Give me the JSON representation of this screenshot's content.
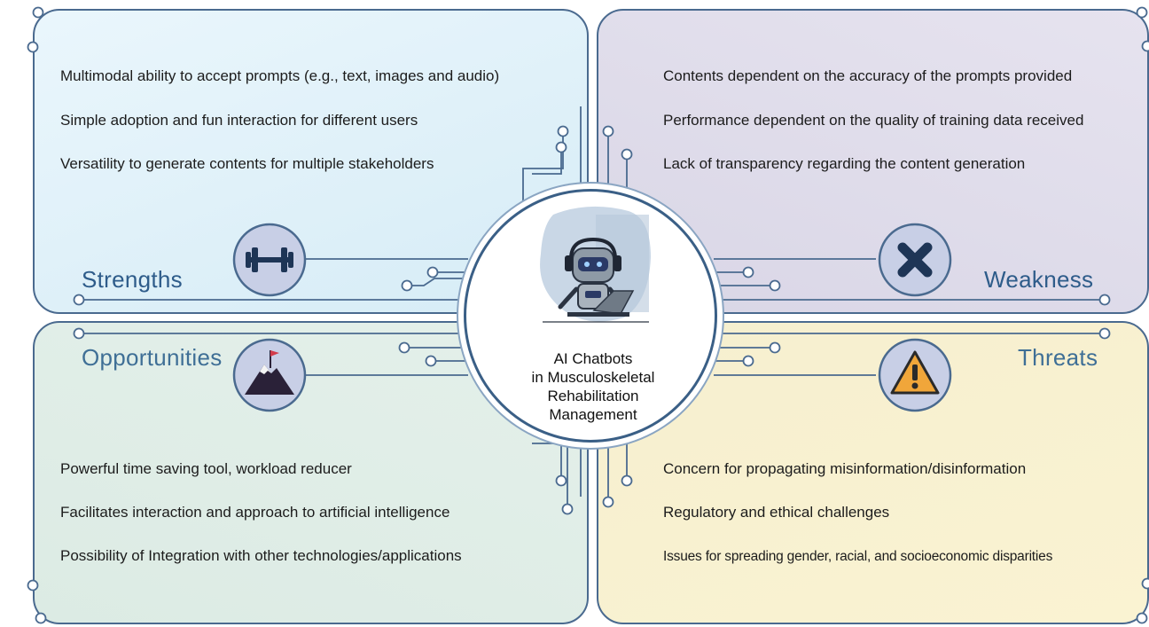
{
  "center": {
    "lines": [
      "AI Chatbots",
      "in Musculoskeletal",
      "Rehabilitation",
      "Management"
    ]
  },
  "strengths": {
    "heading": "Strengths",
    "items": [
      "Multimodal ability to accept prompts (e.g., text, images and audio)",
      "Simple adoption and fun interaction for different users",
      "Versatility to generate contents for multiple stakeholders"
    ],
    "icon": "dumbbell-icon",
    "color": "#d6ecf6"
  },
  "weakness": {
    "heading": "Weakness",
    "items": [
      "Contents dependent on the accuracy of the prompts provided",
      "Performance dependent on the quality of training data received",
      "Lack of transparency regarding the content generation"
    ],
    "icon": "cross-icon",
    "color": "#dcd9e8"
  },
  "opportunities": {
    "heading": "Opportunities",
    "items": [
      "Powerful time saving tool, workload reducer",
      "Facilitates interaction and approach to artificial intelligence",
      "Possibility of Integration with other technologies/applications"
    ],
    "icon": "mountain-flag-icon",
    "color": "#dcebe4"
  },
  "threats": {
    "heading": "Threats",
    "items": [
      "Concern for propagating misinformation/disinformation",
      "Regulatory and ethical challenges",
      "Issues for spreading gender, racial, and socioeconomic disparities"
    ],
    "icon": "warning-icon",
    "color": "#f8f1d0"
  },
  "colors": {
    "outline": "#4a6a8f",
    "heading": "#2e5c8a",
    "icon_bg": "#c8cfe6",
    "warning": "#f0a63a"
  }
}
